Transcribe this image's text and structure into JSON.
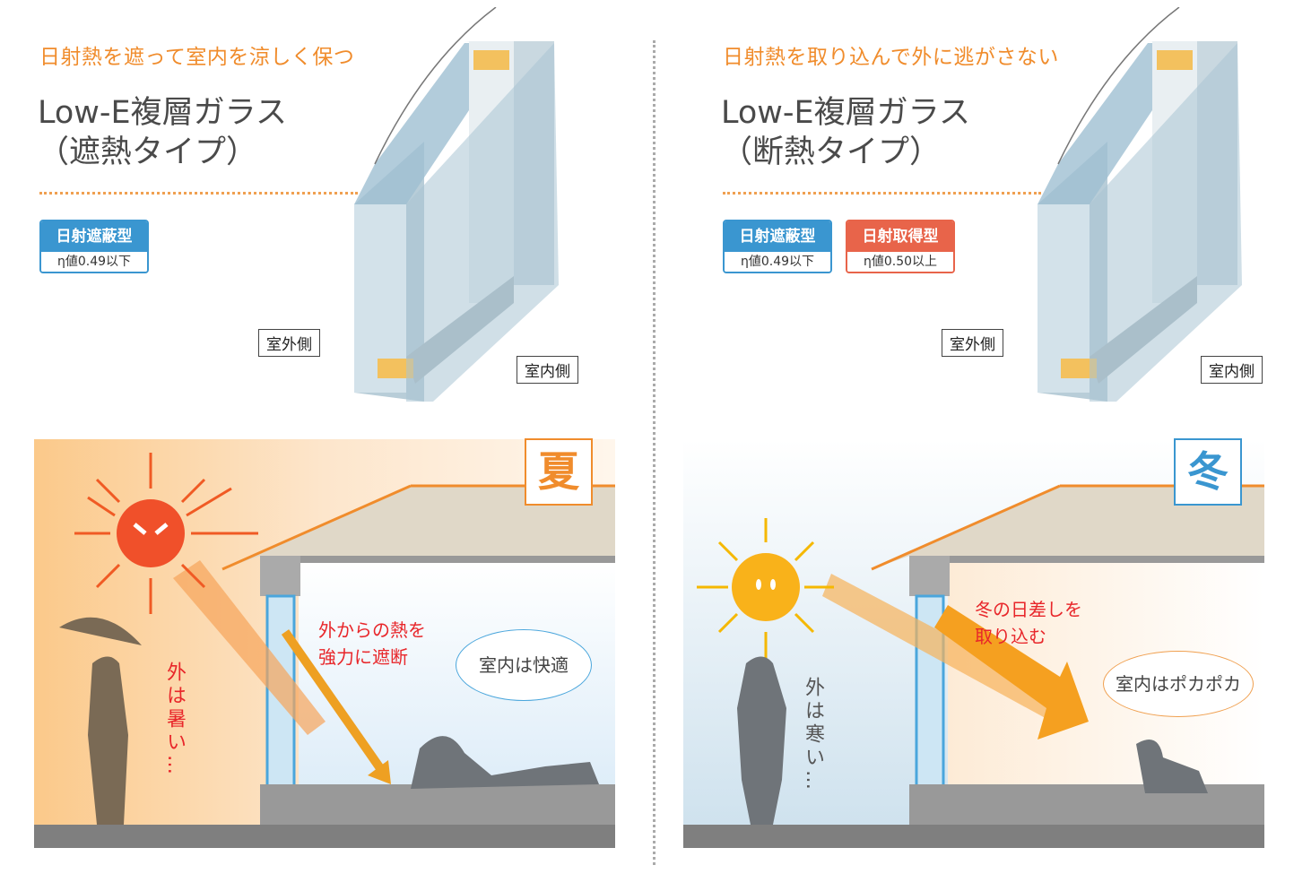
{
  "left": {
    "subtitle": "日射熱を遮って室内を涼しく保つ",
    "title_line1": "Low-E複層ガラス",
    "title_line2": "（遮熱タイプ）",
    "badges": [
      {
        "heading": "日射遮蔽型",
        "value": "η値0.49以下",
        "color": "#3a96d0"
      }
    ],
    "outdoor_label": "室外側",
    "indoor_label": "室内側",
    "season": "夏",
    "season_color": "#f08c2c",
    "caption": [
      "外からの熱を",
      "強力に遮断"
    ],
    "bubble": "室内は快適",
    "outside_text": "外は暑い…"
  },
  "right": {
    "subtitle": "日射熱を取り込んで外に逃がさない",
    "title_line1": "Low-E複層ガラス",
    "title_line2": "（断熱タイプ）",
    "badges": [
      {
        "heading": "日射遮蔽型",
        "value": "η値0.49以下",
        "color": "#3a96d0"
      },
      {
        "heading": "日射取得型",
        "value": "η値0.50以上",
        "color": "#e8644a"
      }
    ],
    "outdoor_label": "室外側",
    "indoor_label": "室内側",
    "season": "冬",
    "season_color": "#3a96d0",
    "caption": [
      "冬の日差しを",
      "取り込む"
    ],
    "bubble": "室内はポカポカ",
    "outside_text": "外は寒い…"
  }
}
